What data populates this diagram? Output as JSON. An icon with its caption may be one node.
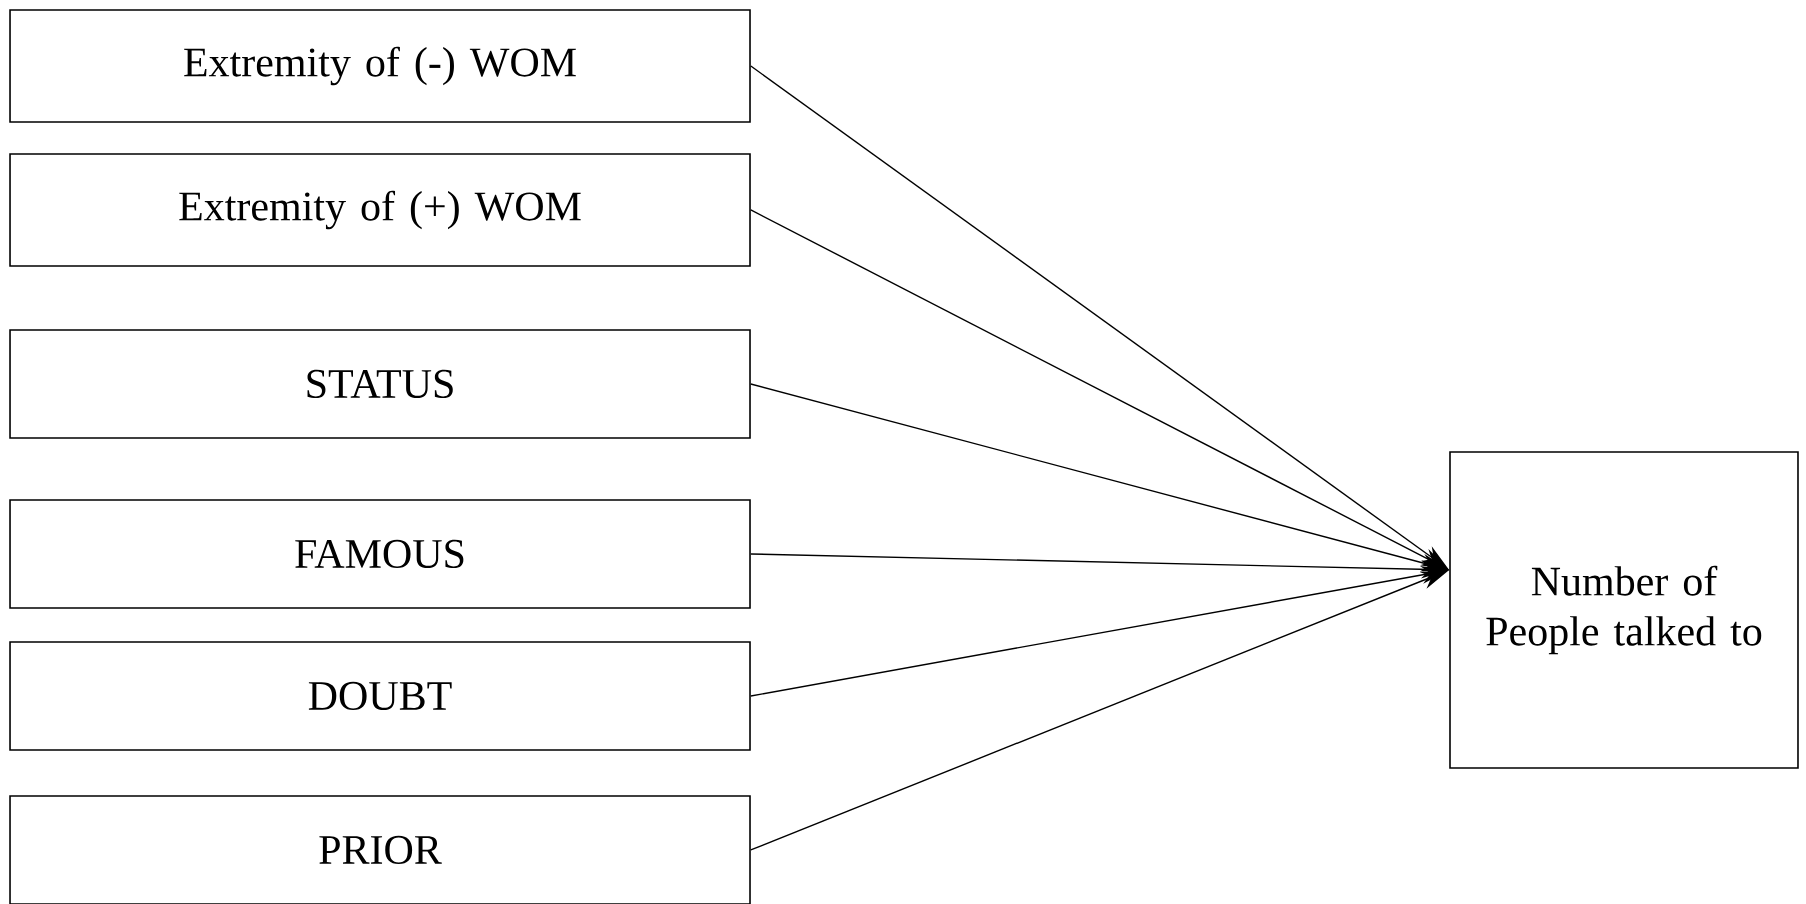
{
  "diagram": {
    "nodes": [
      {
        "text": [
          "Extremity of (-) WOM"
        ]
      },
      {
        "text": [
          "Extremity of (+) WOM"
        ]
      },
      {
        "text": [
          "STATUS"
        ]
      },
      {
        "text": [
          "FAMOUS"
        ]
      },
      {
        "text": [
          "DOUBT"
        ]
      },
      {
        "text": [
          "PRIOR"
        ]
      },
      {
        "text": [
          "Number of People talked to"
        ]
      }
    ],
    "edges": [
      {
        "from": 0,
        "to": 6,
        "arrow": "to"
      },
      {
        "from": 1,
        "to": 6,
        "arrow": "to"
      },
      {
        "from": 2,
        "to": 6,
        "arrow": "to"
      },
      {
        "from": 3,
        "to": 6,
        "arrow": "to"
      },
      {
        "from": 4,
        "to": 6,
        "arrow": "to"
      },
      {
        "from": 5,
        "to": 6,
        "arrow": "to"
      }
    ]
  }
}
